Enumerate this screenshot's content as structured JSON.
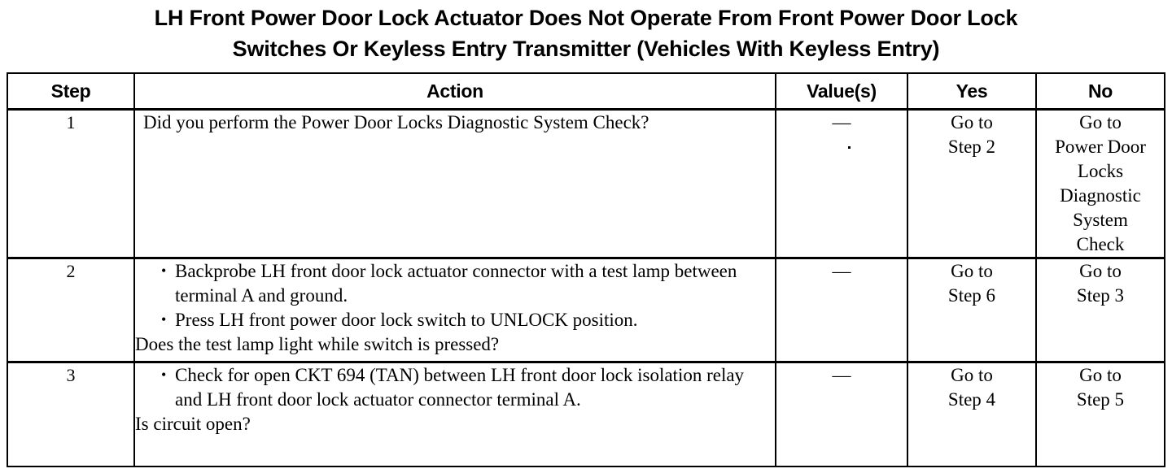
{
  "document": {
    "title_lines": [
      "LH Front Power Door Lock Actuator Does Not Operate From Front Power Door Lock",
      "Switches Or Keyless Entry Transmitter (Vehicles With Keyless Entry)"
    ]
  },
  "table": {
    "headers": {
      "step": "Step",
      "action": "Action",
      "value": "Value(s)",
      "yes": "Yes",
      "no": "No"
    },
    "rows": [
      {
        "step": "1",
        "action_lead": "Did you perform the Power Door Locks Diagnostic System Check?",
        "action_bullets": [],
        "action_tail": "",
        "value": "—",
        "yes_lines": [
          "Go to",
          "Step 2"
        ],
        "no_lines": [
          "Go to",
          "Power Door",
          "Locks",
          "Diagnostic",
          "System",
          "Check"
        ]
      },
      {
        "step": "2",
        "action_lead": "",
        "action_bullets": [
          "Backprobe LH front door lock actuator connector with a test lamp between terminal A and ground.",
          "Press LH front power door lock switch to UNLOCK position."
        ],
        "action_tail": "Does the test lamp light while switch is pressed?",
        "value": "—",
        "yes_lines": [
          "Go to",
          "Step 6"
        ],
        "no_lines": [
          "Go to",
          "Step 3"
        ]
      },
      {
        "step": "3",
        "action_lead": "",
        "action_bullets": [
          "Check for open CKT 694 (TAN) between LH front door lock isolation relay and LH front door lock actuator connector terminal A."
        ],
        "action_tail": "Is circuit open?",
        "value": "—",
        "yes_lines": [
          "Go to",
          "Step 4"
        ],
        "no_lines": [
          "Go to",
          "Step 5"
        ]
      }
    ]
  },
  "style": {
    "ink_color": "#000000",
    "paper_color": "#ffffff",
    "bullet_glyph": "•"
  }
}
